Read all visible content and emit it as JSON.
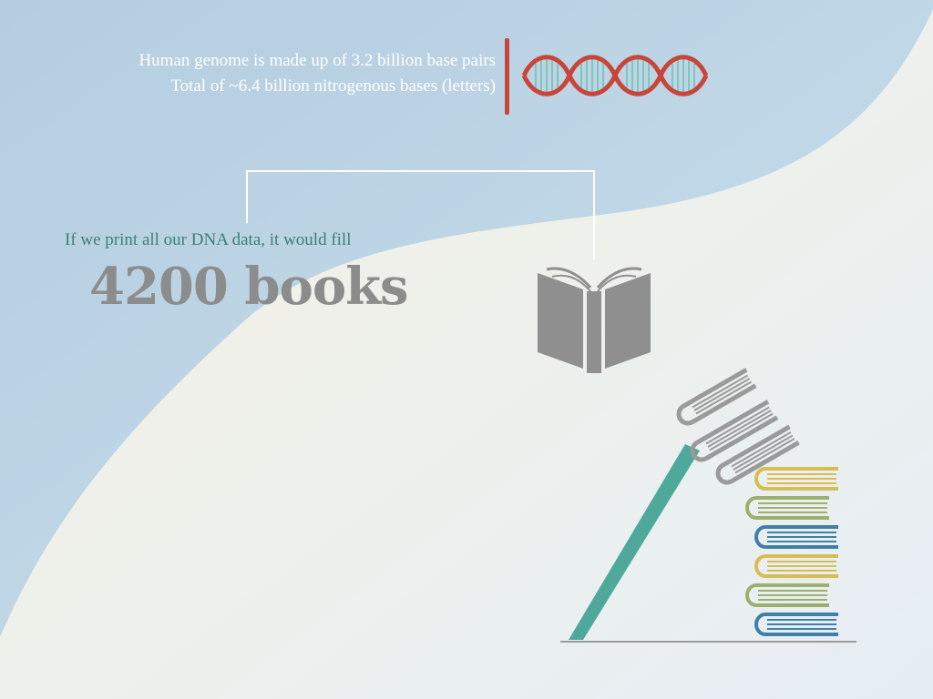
{
  "slide": {
    "genome_line": "Human genome is made up of  3.2 billion base pairs",
    "bases_line": "Total of ~6.4 billion nitrogenous bases (letters)",
    "fill_line": "If we print all our DNA data, it would fill",
    "book_count": "4200 books"
  },
  "icons": {
    "dna": "dna-helix-icon",
    "open_book": "open-book-icon",
    "stack": "book-stack-icon"
  },
  "colors": {
    "accent_red": "#c8453a",
    "teal": "#4fa99a",
    "gray": "#8c8c8c",
    "sky": "#b9d4e4",
    "cream": "#f4f1e2"
  }
}
